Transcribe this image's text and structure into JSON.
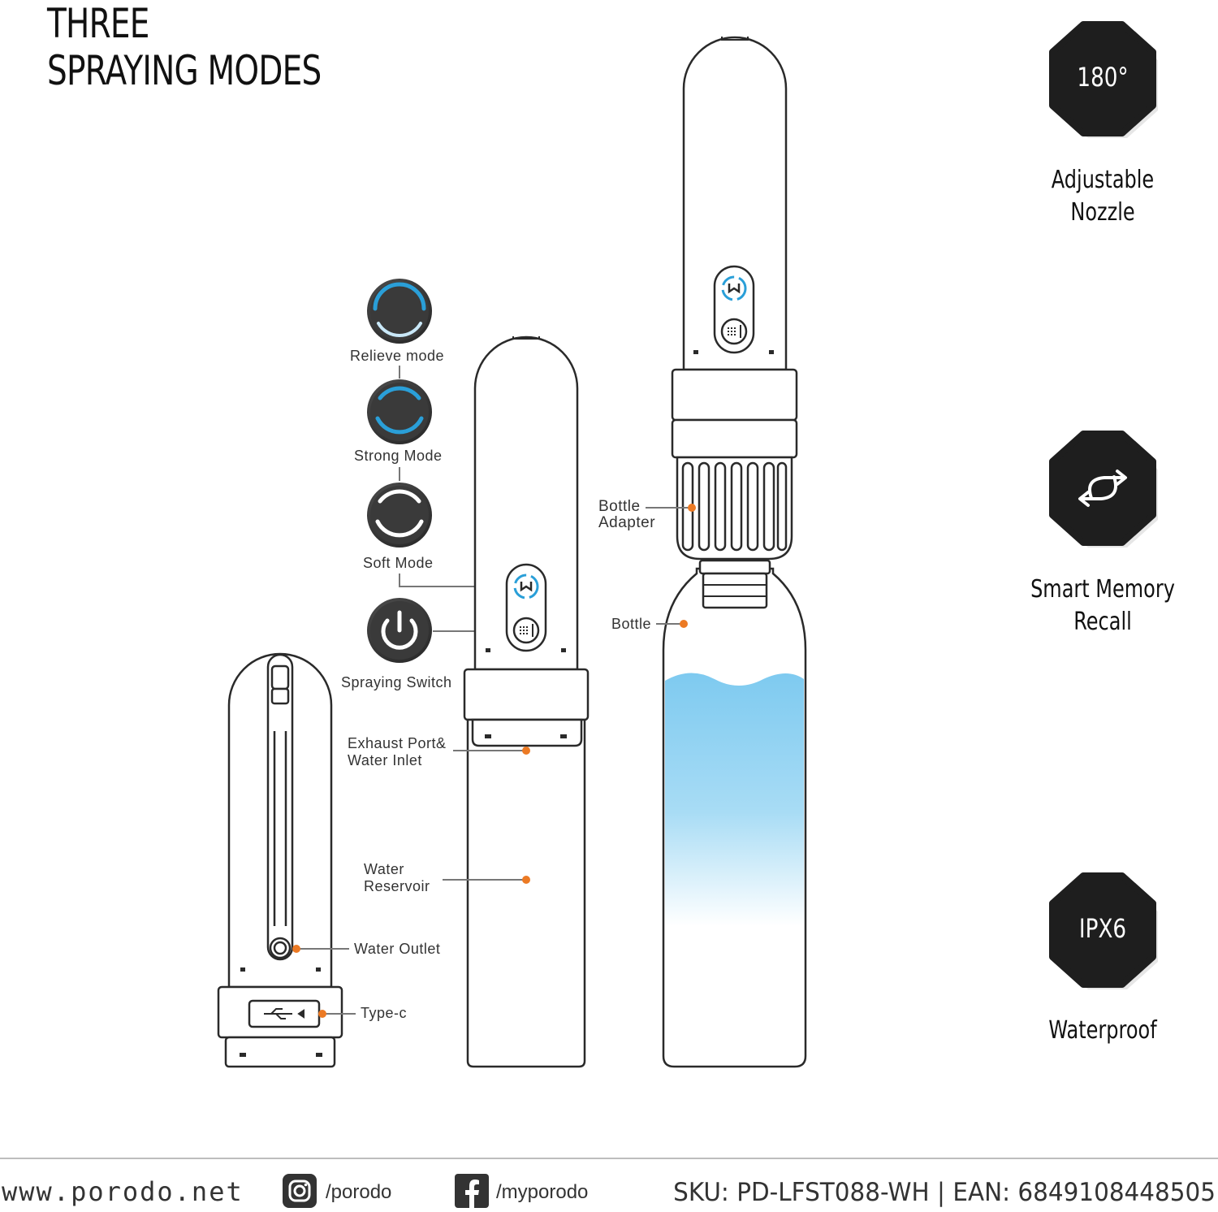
{
  "title": [
    "THREE",
    "SPRAYING MODES"
  ],
  "mode_labels": {
    "relieve": "Relieve mode",
    "strong": "Strong Mode",
    "soft": "Soft Mode",
    "switch": "Spraying Switch"
  },
  "part_labels": {
    "exhaust_line1": "Exhaust Port&",
    "exhaust_line2": "Water Inlet",
    "reservoir_line1": "Water",
    "reservoir_line2": "Reservoir",
    "outlet": "Water Outlet",
    "typec": "Type-c",
    "adapter_line1": "Bottle",
    "adapter_line2": "Adapter",
    "bottle": "Bottle"
  },
  "features": [
    {
      "badge": "180°",
      "icon": "",
      "line1": "Adjustable",
      "line2": "Nozzle"
    },
    {
      "badge": "",
      "icon": "sync-arrows-icon",
      "line1": "Smart Memory",
      "line2": "Recall"
    },
    {
      "badge": "IPX6",
      "icon": "",
      "line1": "Waterproof",
      "line2": ""
    }
  ],
  "footer": {
    "website": "www.porodo.net",
    "instagram": "/porodo",
    "facebook": "/myporodo",
    "sku": "SKU: PD-LFST088-WH | EAN: 6849108448505"
  },
  "colors": {
    "accent_orange": "#ec7a24",
    "ring_blue": "#2a9fd8",
    "water_blue": "#8fd1f2",
    "badge_dark": "#1e1e1e"
  }
}
